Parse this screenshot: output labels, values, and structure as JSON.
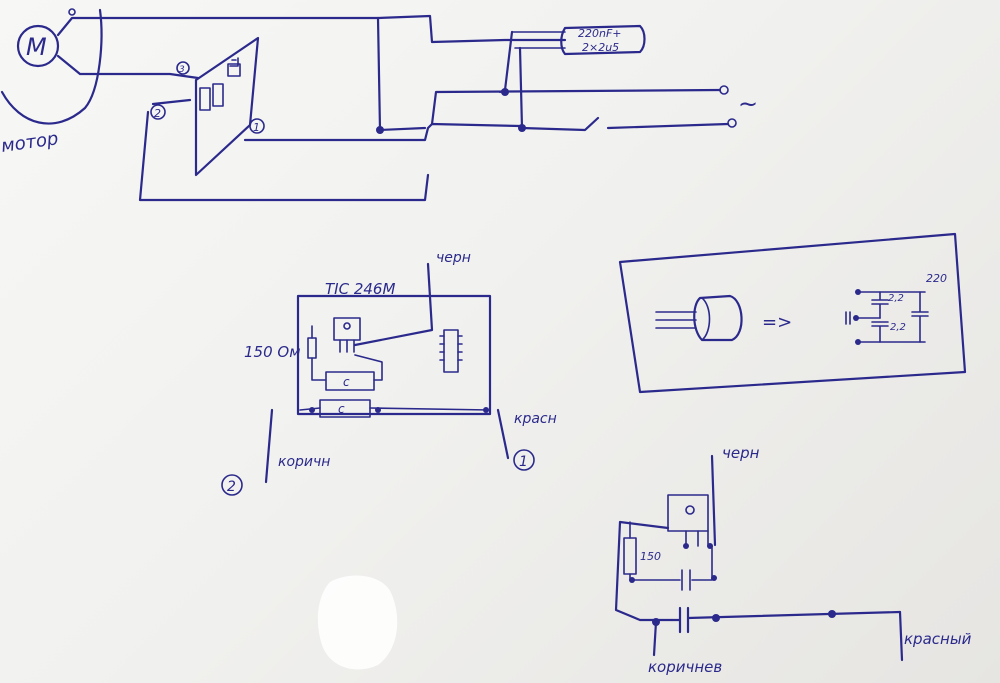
{
  "labels": {
    "motor_symbol": "M",
    "motor": "мотор",
    "cap_value_line1": "220nF+",
    "cap_value_line2": "2×2u5",
    "ac_symbol": "~",
    "node_1": "1",
    "node_2": "2",
    "node_3": "3",
    "triac_model": "TIC 246M",
    "resistor_value": "150 Ом",
    "wire_black": "черн",
    "wire_red": "красн",
    "wire_brown": "коричн",
    "cap_letter": "c",
    "equiv_arrow": "=>",
    "equiv_cap_top": "2,2",
    "equiv_cap_bottom": "2,2",
    "equiv_total": "220",
    "detail_resistor": "150",
    "detail_black": "черн",
    "detail_red": "красный",
    "detail_brown": "коричнев"
  },
  "colors": {
    "ink": "#2b2a8c",
    "paper": "#f4f4f2"
  }
}
